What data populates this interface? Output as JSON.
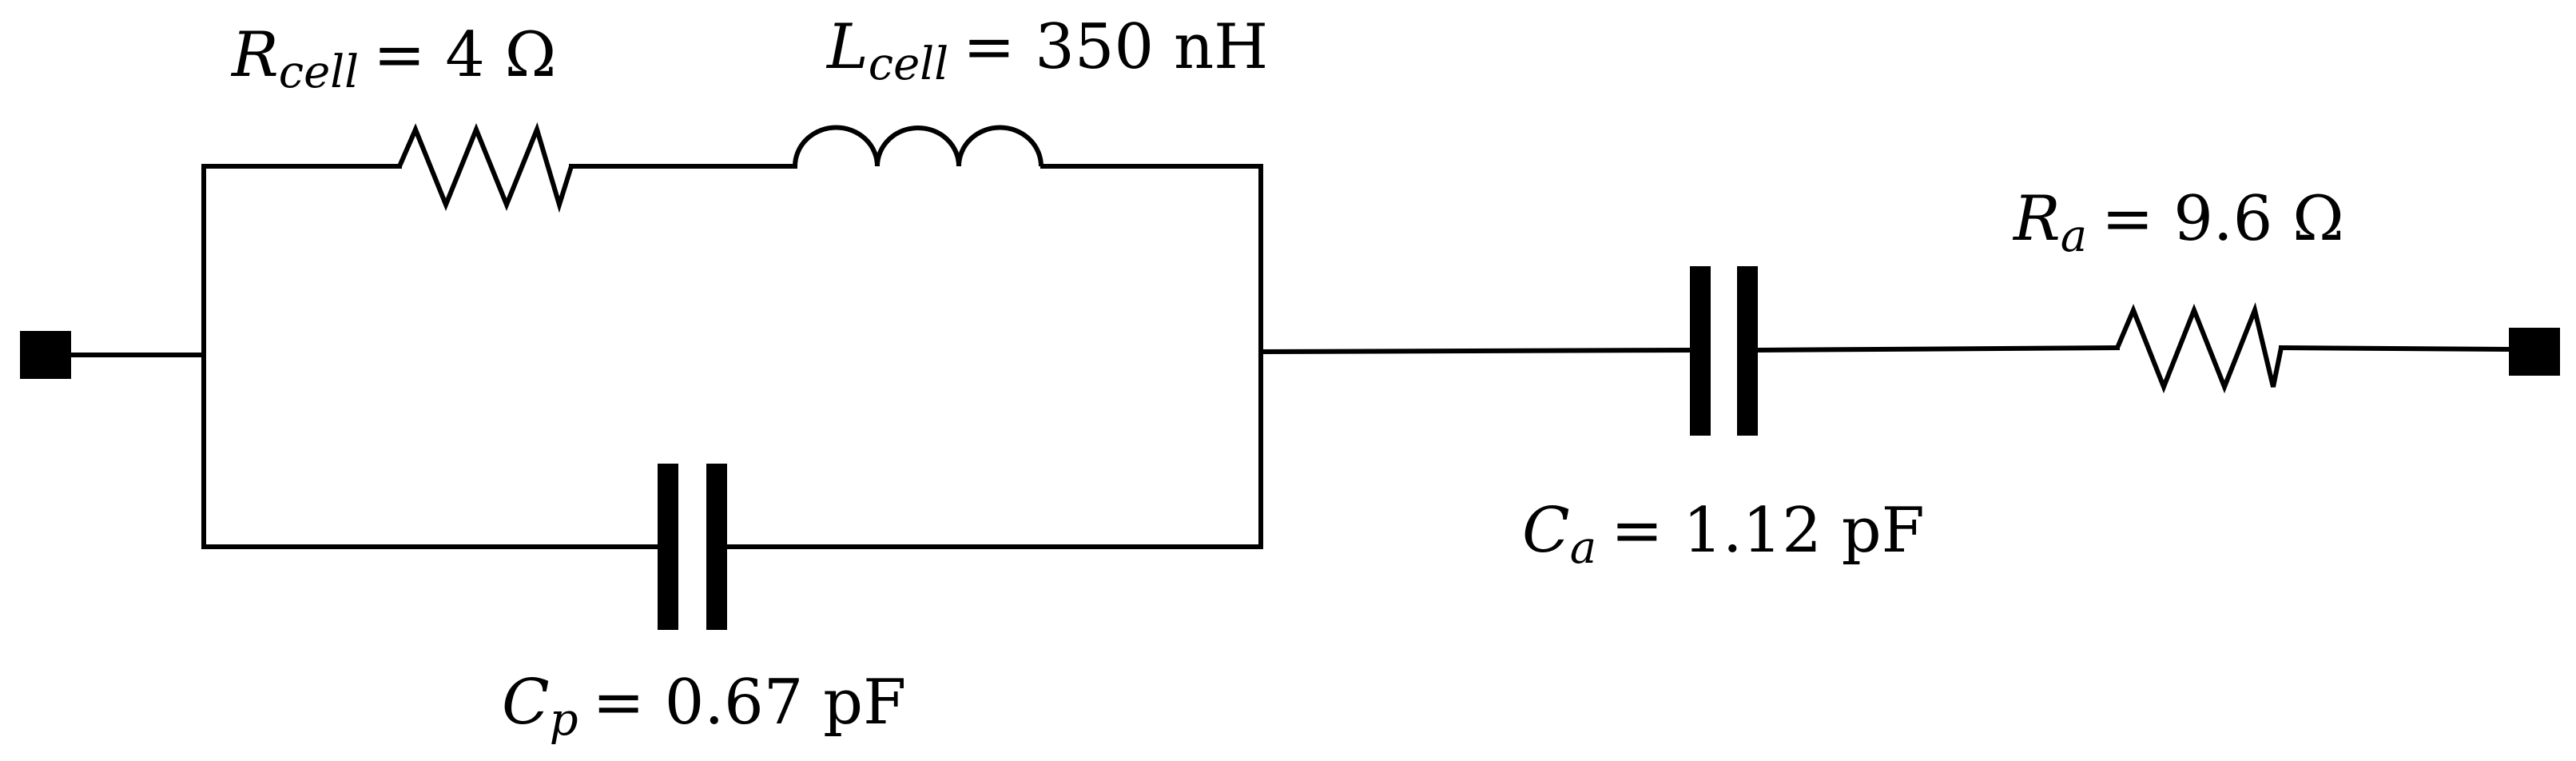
{
  "components": {
    "r_cell": {
      "symbol": "R",
      "subscript": "cell",
      "value": "= 4 Ω"
    },
    "l_cell": {
      "symbol": "L",
      "subscript": "cell",
      "value": "= 350 nH"
    },
    "c_p": {
      "symbol": "C",
      "subscript": "p",
      "value": "= 0.67 pF"
    },
    "c_a": {
      "symbol": "C",
      "subscript": "a",
      "value": "= 1.12 pF"
    },
    "r_a": {
      "symbol": "R",
      "subscript": "a",
      "value": "= 9.6 Ω"
    }
  },
  "colors": {
    "line": "#000000",
    "background": "#ffffff"
  }
}
